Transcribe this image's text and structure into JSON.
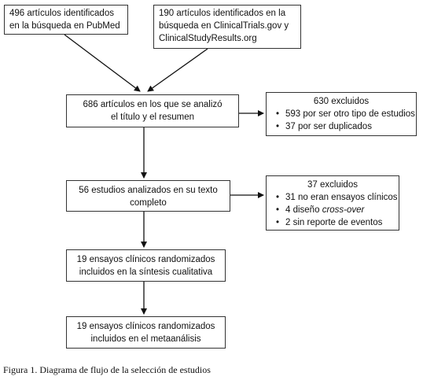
{
  "boxes": {
    "pubmed": [
      "496 artículos identificados",
      "en la búsqueda en PubMed"
    ],
    "trials": [
      "190 artículos identificados en la",
      "búsqueda en ClinicalTrials.gov y",
      "ClinicalStudyResults.org"
    ],
    "screened": [
      "686 artículos en los que se analizó",
      "el título y el resumen"
    ],
    "excluded1": {
      "title": "630 excluidos",
      "items": [
        "593 por ser otro tipo de estudios",
        "37 por ser duplicados"
      ]
    },
    "fulltext": [
      "56 estudios analizados en su texto",
      "completo"
    ],
    "excluded2": {
      "title": "37 excluidos",
      "item1": "31 no eran ensayos clínicos",
      "item2_pre": "4 diseño ",
      "item2_em": "cross-over",
      "item3": "2 sin reporte de eventos"
    },
    "qualitative": [
      "19 ensayos clínicos randomizados",
      "incluidos en la síntesis cualitativa"
    ],
    "meta": [
      "19 ensayos clínicos randomizados",
      "incluidos en el metaanálisis"
    ]
  },
  "caption": "Figura 1. Diagrama de flujo de la selección de estudios"
}
